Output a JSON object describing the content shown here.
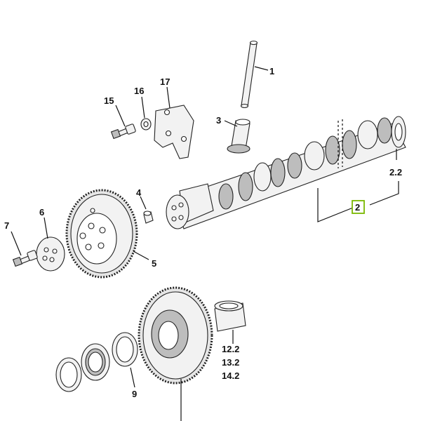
{
  "labels": {
    "l1": "1",
    "l2": "2",
    "l2_2": "2.2",
    "l3": "3",
    "l4": "4",
    "l5": "5",
    "l6": "6",
    "l7": "7",
    "l9": "9",
    "l12_2": "12.2",
    "l13_2": "13.2",
    "l14_2": "14.2",
    "l15": "15",
    "l16": "16",
    "l17": "17"
  },
  "colors": {
    "highlight_box": "#7ab800",
    "line": "#111111"
  }
}
